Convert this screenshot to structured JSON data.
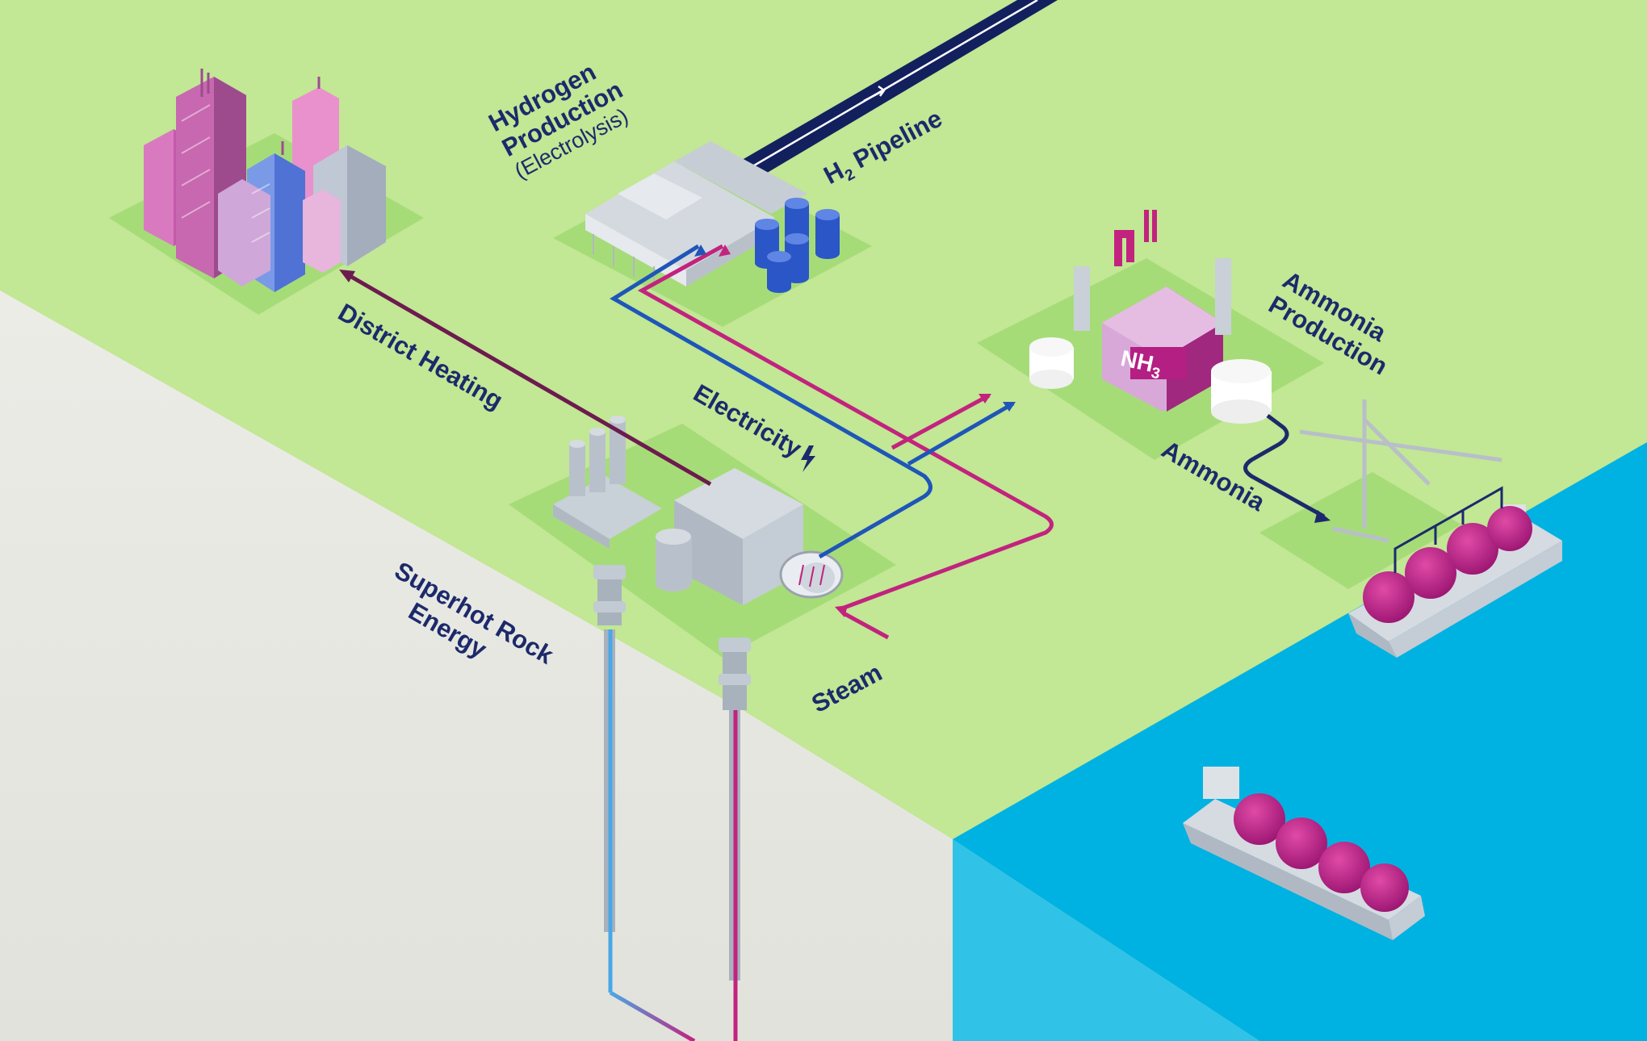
{
  "labels": {
    "hydrogen_production": "Hydrogen",
    "hydrogen_production_2": "Production",
    "hydrogen_process": "(Electrolysis)",
    "h2_prefix": "H",
    "h2_subscript": "2",
    "h2_pipeline": " Pipeline",
    "ammonia_production": "Ammonia",
    "ammonia_production_2": "Production",
    "district_heating": "District Heating",
    "electricity": "Electricity",
    "ammonia_flow": "Ammonia",
    "superhot_rock": "Superhot Rock",
    "superhot_rock_2": "Energy",
    "steam": "Steam",
    "nh3_prefix": "NH",
    "nh3_subscript": "3"
  },
  "colors": {
    "land": "#c2e795",
    "pad": "#a6dc78",
    "ground": "#ebebe6",
    "water": "#00b2e2",
    "water_side": "#30c3e7",
    "label": "#1c2a6b",
    "hot_line": "#c2237e",
    "cold_line": "#1f56b8",
    "heating_line": "#6c1b4f",
    "ammonia_line": "#1c2a6b",
    "pipeline": "#13205e",
    "tank_magenta": "#b41f84",
    "tank_blue": "#2b56c7"
  },
  "icons": {
    "lightning": "lightning-icon",
    "turbine": "turbine-fan-icon"
  }
}
